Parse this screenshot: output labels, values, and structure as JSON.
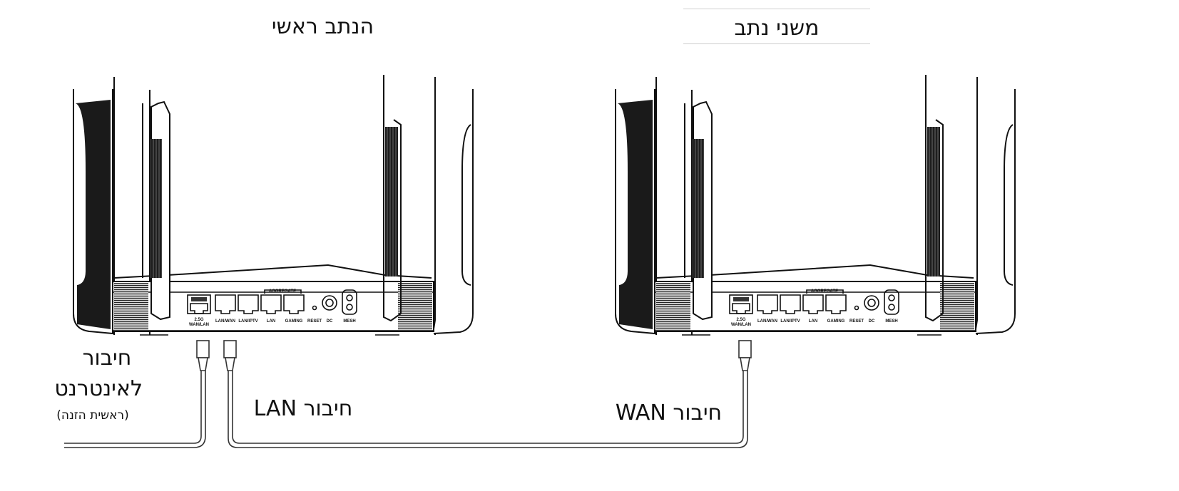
{
  "titles": {
    "main_router": "הנתב ראשי",
    "secondary_router": "משני נתב"
  },
  "labels": {
    "internet_line1": "חיבור",
    "internet_line2": "לאינטרנט",
    "internet_note": "(ראשית הזנה)",
    "lan_connection": "חיבור LAN",
    "wan_connection": "חיבור WAN"
  },
  "ports": {
    "aggregate": "AGGREGATE",
    "wan_lan_top": "2.5G",
    "wan_lan": "WAN/LAN",
    "lan_wan": "LAN/WAN",
    "lan_iptv": "LAN/IPTV",
    "lan": "LAN",
    "gaming": "GAMING",
    "reset": "RESET",
    "dc": "DC",
    "mesh": "MESH"
  },
  "colors": {
    "line": "#111111",
    "cable": "#555555",
    "hatch": "#333333"
  }
}
